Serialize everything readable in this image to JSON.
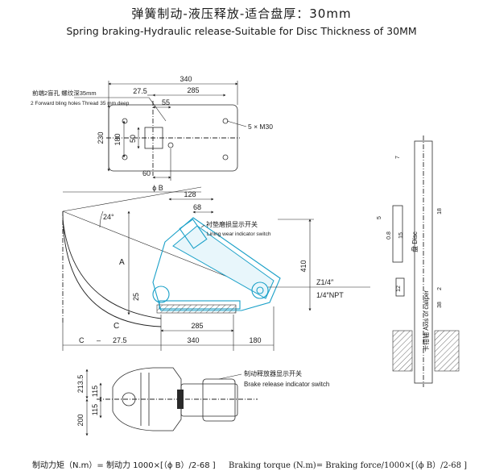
{
  "title": {
    "cn": "弹簧制动-液压释放-适合盘厚：30mm",
    "en": "Spring braking-Hydraulic release-Suitable for Disc Thickness of 30MM"
  },
  "top_view": {
    "dims": {
      "d340": "340",
      "d285": "285",
      "d27_5": "27.5",
      "d55": "55",
      "d230": "230",
      "d180": "180",
      "d50": "50",
      "d60": "60"
    },
    "note_holes_cn": "前端2盲孔 螺纹深35mm",
    "note_holes_en": "2 Forward bling holes Thread 35 mm deep",
    "bolt_label": "5 × M30"
  },
  "side_view": {
    "dims": {
      "phiB": "ϕ B",
      "d128": "128",
      "d68": "68",
      "angle": "24°",
      "A": "A",
      "d410": "410",
      "d25": "25",
      "C": "C",
      "d285": "285",
      "bottom_C": "C",
      "bottom_minus": "–",
      "bottom_27_5": "27.5",
      "bottom_340": "340",
      "bottom_180": "180"
    },
    "wear_switch_cn": "衬垫磨损显示开关",
    "wear_switch_en": "Lining wear indicator switch",
    "port_z": "Z1/4″",
    "port_npt": "1/4″NPT"
  },
  "front_view": {
    "dims": {
      "d213_5": "213.5",
      "d115a": "115",
      "d115b": "115",
      "d200": "200"
    },
    "release_switch_cn": "制动释放器显示开关",
    "release_switch_en": "Brake release indicator switch"
  },
  "right_view": {
    "dims": {
      "d7": "7",
      "d5": "5",
      "d0_8": "0.8",
      "d15": "15",
      "d18": "18",
      "d12": "12",
      "d2": "2",
      "d38": "38"
    },
    "disc_label": "盘 Disc",
    "caliper_label": "卡钳轴 Axis of caliper"
  },
  "footer": {
    "cn": "制动力矩（N.m）= 制动力 1000×[（ϕ B）/2-68 ]",
    "en": "Braking torque (N.m)= Braking force/1000×[（ϕ B）/2-68 ]"
  }
}
